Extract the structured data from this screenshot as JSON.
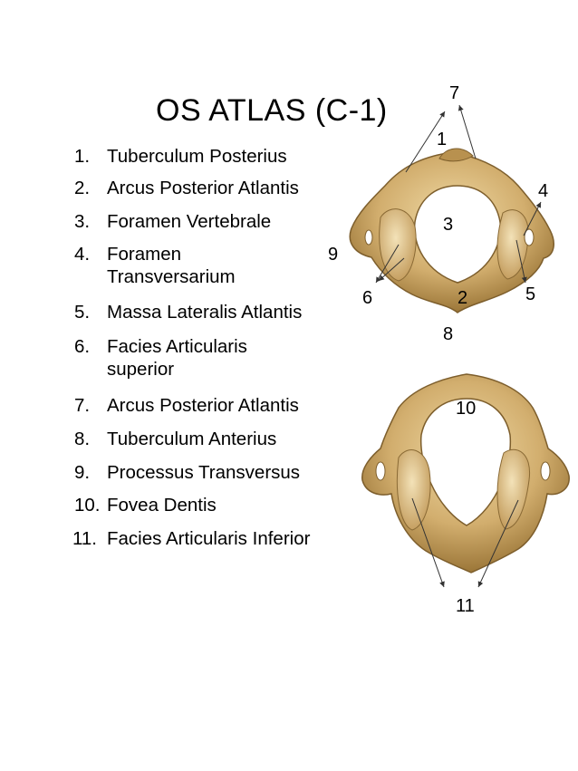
{
  "title": "OS ATLAS (C-1)",
  "legend": [
    {
      "num": "1.",
      "text": "Tuberculum Posterius"
    },
    {
      "num": "2.",
      "text": "Arcus Posterior Atlantis"
    },
    {
      "num": "3.",
      "text": "Foramen Vertebrale"
    },
    {
      "num": "4.",
      "text": "Foramen Transversarium"
    },
    {
      "num": "5.",
      "text": "Massa Lateralis Atlantis"
    },
    {
      "num": "6.",
      "text": "Facies Articularis superior"
    },
    {
      "num": "7.",
      "text": "Arcus Posterior Atlantis"
    },
    {
      "num": "8.",
      "text": "Tuberculum Anterius"
    },
    {
      "num": "9.",
      "text": "Processus Transversus"
    },
    {
      "num": "10.",
      "text": " Fovea Dentis"
    },
    {
      "num": "11.",
      "text": "Facies Articularis Inferior"
    }
  ],
  "labels": {
    "l1": "1",
    "l2": "2",
    "l3": "3",
    "l4": "4",
    "l5": "5",
    "l6": "6",
    "l7": "7",
    "l8": "8",
    "l9": "9",
    "l10": "10",
    "l11": "11"
  },
  "colors": {
    "bone": "#c9a566",
    "bone_light": "#e6cf98",
    "bone_dark": "#8a6a35",
    "arrow": "#333333"
  }
}
